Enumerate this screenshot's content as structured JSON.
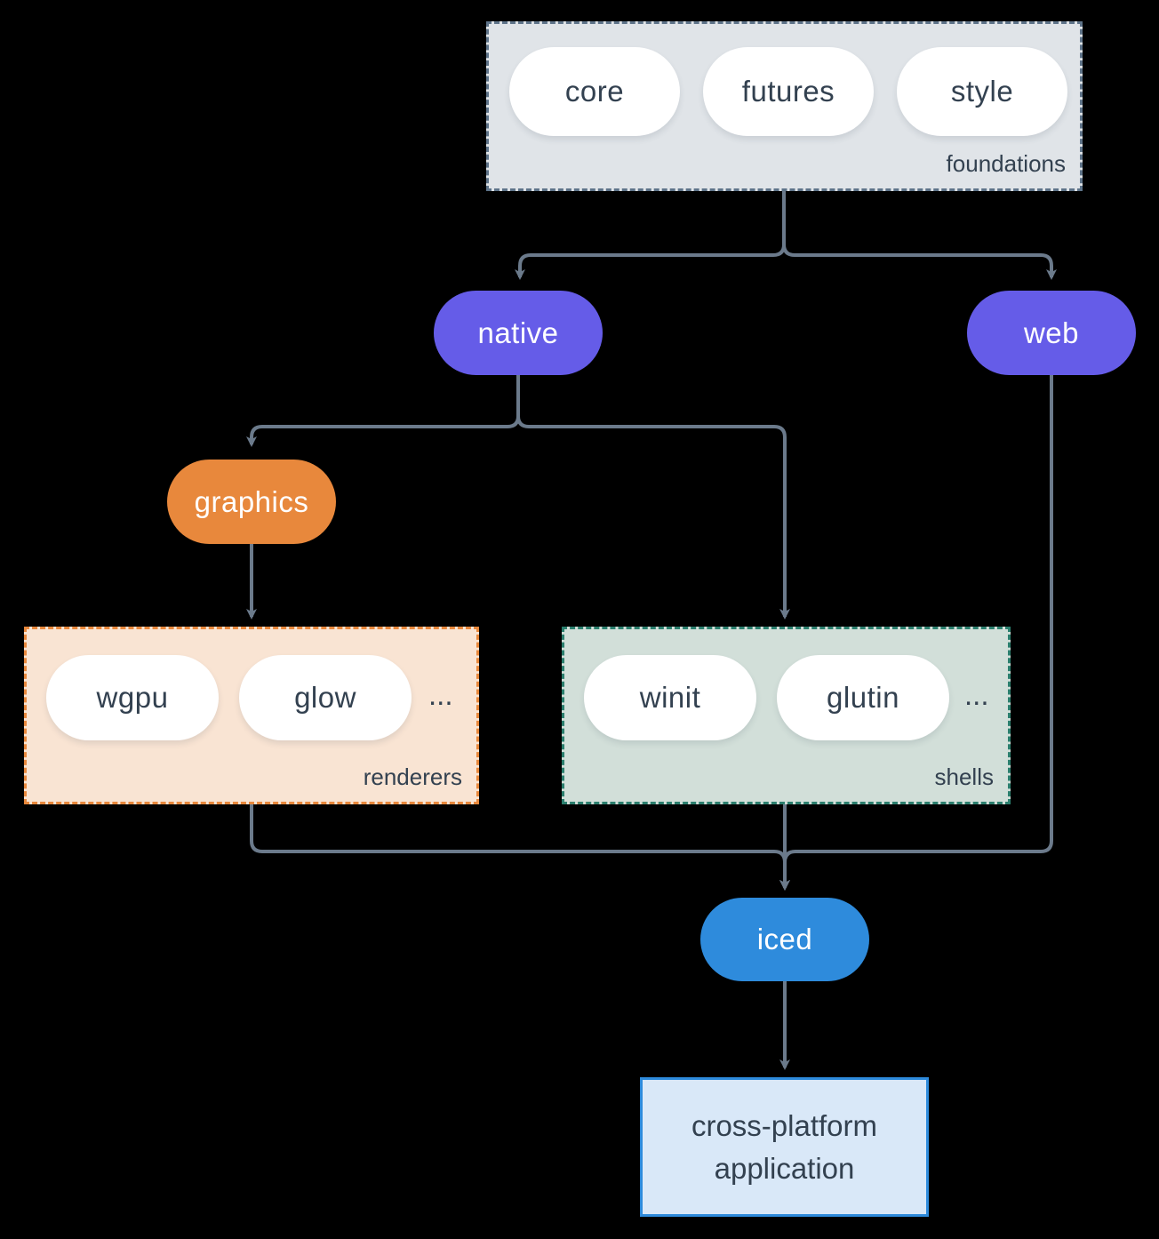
{
  "foundations": {
    "label": "foundations",
    "pills": [
      "core",
      "futures",
      "style"
    ]
  },
  "native": {
    "label": "native"
  },
  "web": {
    "label": "web"
  },
  "graphics": {
    "label": "graphics"
  },
  "renderers": {
    "label": "renderers",
    "pills": [
      "wgpu",
      "glow"
    ],
    "ellipsis": "..."
  },
  "shells": {
    "label": "shells",
    "pills": [
      "winit",
      "glutin"
    ],
    "ellipsis": "..."
  },
  "iced": {
    "label": "iced"
  },
  "application": {
    "label": "cross-platform application"
  },
  "colors": {
    "background": "#000000",
    "connector": "#6b7a8b",
    "text_dark": "#334150",
    "purple_node": "#655ce8",
    "orange_node": "#e8883c",
    "blue_node": "#2e8bdc",
    "foundations_bg": "#e0e4e8",
    "foundations_border": "#5e7389",
    "renderers_bg": "#f9e4d3",
    "renderers_border": "#e8883c",
    "shells_bg": "#d2dfd9",
    "shells_border": "#2b7f6e",
    "application_bg": "#d9e8f8",
    "application_border": "#2e8bdc",
    "white_pill_bg": "#ffffff"
  }
}
